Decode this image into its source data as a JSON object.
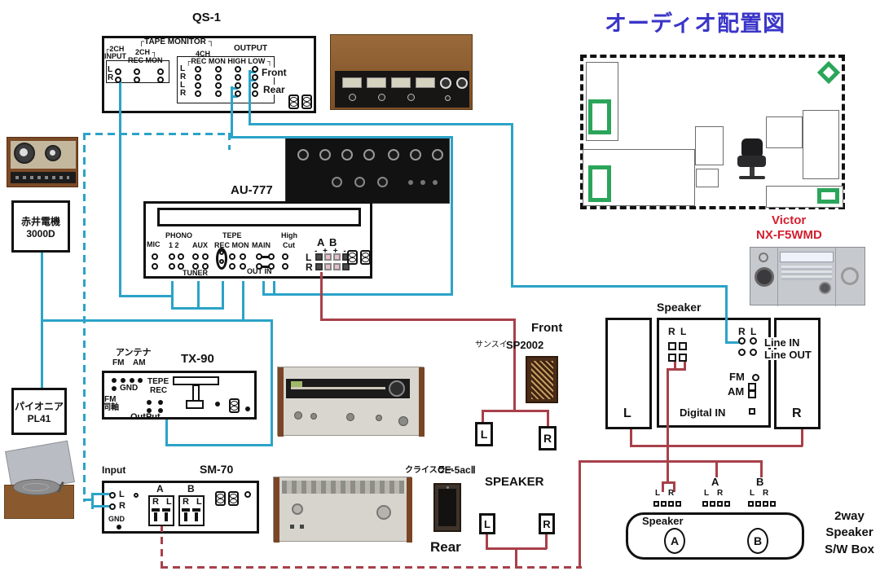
{
  "title": "オーディオ配置図",
  "colors": {
    "cyan": "#2ba3c8",
    "red": "#a8404a",
    "green": "#2ba55a",
    "title_blue": "#3a35c8",
    "victor_red": "#d21f2e"
  },
  "qs1": {
    "title": "QS-1",
    "tape_monitor": "┌TAPE MONITOR ┐",
    "in2ch_l1": "┌2CH",
    "in2ch_l2": "INPUT",
    "rec2ch_l1": "2CH ┐",
    "rec2ch_l2": "REC MON",
    "output": "OUTPUT",
    "ch4": "4CH",
    "cols": "┌REC MON HIGH LOW ┐",
    "l": "L",
    "r": "R",
    "front": "Front",
    "rear": "Rear"
  },
  "au777": {
    "title": "AU-777",
    "mic": "MIC",
    "phono": "PHONO",
    "nums": "1  2",
    "aux": "AUX",
    "tepe": "TEPE",
    "recmon": "REC MON",
    "main": "MAIN",
    "high": "High",
    "cut": "Cut",
    "a": "A",
    "b": "B",
    "pol": "- + + -",
    "l": "L",
    "r": "R",
    "tuner": "TUNER",
    "outin": "OUT IN"
  },
  "tx90": {
    "title": "TX-90",
    "antenna": "アンテナ",
    "fm": "FM",
    "am": "AM",
    "gnd": "GND",
    "tepe": "TEPE",
    "rec": "REC",
    "fm2": "FM",
    "doujiku": "同軸",
    "output": "OutPut"
  },
  "sm70": {
    "title": "SM-70",
    "input": "Input",
    "l": "L",
    "r": "R",
    "gnd": "GND",
    "a": "A",
    "b": "B",
    "rl": "R L"
  },
  "akai": {
    "l1": "赤井電機",
    "l2": "3000D"
  },
  "pioneer": {
    "l1": "パイオニア",
    "l2": "PL41"
  },
  "victor": {
    "brand": "Victor",
    "model": "NX-F5WMD",
    "speaker": "Speaker",
    "r": "R",
    "l": "L",
    "line_in": "Line IN",
    "line_out": "Line OUT",
    "fm": "FM",
    "am": "AM",
    "digital_in": "Digital IN",
    "box_l": "L",
    "box_r": "R"
  },
  "front": {
    "label": "Front",
    "brand": "サンスイ",
    "model": "SP2002",
    "l": "L",
    "r": "R"
  },
  "rear": {
    "brand": "クライスラー",
    "model": "CE-5acⅡ",
    "speaker": "SPEAKER",
    "label": "Rear",
    "l": "L",
    "r": "R"
  },
  "swbox": {
    "speaker": "Speaker",
    "a": "A",
    "b": "B",
    "term_a": "A",
    "term_b": "B",
    "l": "L",
    "r": "R",
    "cap1": "2way",
    "cap2": "Speaker",
    "cap3": "S/W Box"
  }
}
